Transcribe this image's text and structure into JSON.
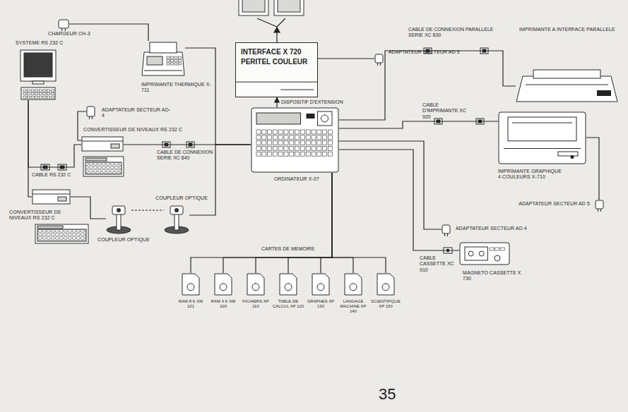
{
  "diagram": {
    "nodes": [
      {
        "text": [
          "CHARGEUR CH-3"
        ]
      },
      {
        "text": [
          "IMPRIMANTE THERMIQUE X-711"
        ]
      },
      {
        "text": [
          "SYSTEME RS 232 C"
        ]
      },
      {
        "text": [
          "ADAPTATEUR SECTEUR AD-4"
        ]
      },
      {
        "text": [
          "CONVERTISSEUR DE NIVEAUX RS 232 C"
        ]
      },
      {
        "text": [
          "CONVERTISSEUR DE NIVEAUX RS 232 C"
        ]
      },
      {
        "text": [
          "COUPLEUR OPTIQUE"
        ]
      },
      {
        "text": [
          "COUPLEUR OPTIQUE"
        ]
      },
      {
        "text": [
          "INTERFACE X 720 PERITEL COULEUR"
        ]
      },
      {
        "text": [
          "ADAPTATEUR SECTEUR AD 5"
        ]
      },
      {
        "text": [
          "ORDINATEUR X-07"
        ]
      },
      {
        "text": [
          "IMPRIMANTE A INTERFACE PARALLELE"
        ]
      },
      {
        "text": [
          "IMPRIMANTE GRAPHIQUE 4 COULEURS X-710"
        ]
      },
      {
        "text": [
          "ADAPTATEUR SECTEUR AD 5"
        ]
      },
      {
        "text": [
          "ADAPTATEUR SECTEUR AD 4"
        ]
      },
      {
        "text": [
          "MAGNETO CASSETTE X 730"
        ]
      },
      {
        "text": [
          "RAM 8 K XM 101"
        ]
      },
      {
        "text": [
          "RAM 4 K XM 100"
        ]
      },
      {
        "text": [
          "FICHIERS XP 110"
        ]
      },
      {
        "text": [
          "TABLE DE CALCUL XP 120"
        ]
      },
      {
        "text": [
          "GRAPHES XP 130"
        ]
      },
      {
        "text": [
          "LANGAGE MACHINE XP 140"
        ]
      },
      {
        "text": [
          "SCIENTIFIQUE XP 150"
        ]
      }
    ],
    "edges": [
      {
        "from": 0,
        "to": 1,
        "arrow": "none"
      },
      {
        "from": 1,
        "to": 10,
        "arrow": "none"
      },
      {
        "from": 2,
        "to": 4,
        "arrow": "none"
      },
      {
        "from": 2,
        "to": 5,
        "arrow": "none"
      },
      {
        "from": 3,
        "to": 4,
        "arrow": "none"
      },
      {
        "from": 4,
        "to": 10,
        "arrow": "none"
      },
      {
        "from": 5,
        "to": 7,
        "arrow": "none"
      },
      {
        "from": 7,
        "to": 6,
        "arrow": "none"
      },
      {
        "from": 6,
        "to": 10,
        "arrow": "none"
      },
      {
        "from": 10,
        "to": 8,
        "arrow": "to"
      },
      {
        "from": 8,
        "to": 9,
        "arrow": "none"
      },
      {
        "from": 10,
        "to": 11,
        "arrow": "none"
      },
      {
        "from": 10,
        "to": 12,
        "arrow": "none"
      },
      {
        "from": 12,
        "to": 13,
        "arrow": "none"
      },
      {
        "from": 10,
        "to": 14,
        "arrow": "none"
      },
      {
        "from": 10,
        "to": 15,
        "arrow": "none"
      },
      {
        "from": 10,
        "to": 16,
        "arrow": "none"
      },
      {
        "from": 10,
        "to": 17,
        "arrow": "none"
      },
      {
        "from": 10,
        "to": 18,
        "arrow": "none"
      },
      {
        "from": 10,
        "to": 19,
        "arrow": "none"
      },
      {
        "from": 10,
        "to": 20,
        "arrow": "none"
      },
      {
        "from": 10,
        "to": 21,
        "arrow": "none"
      },
      {
        "from": 10,
        "to": 22,
        "arrow": "none"
      }
    ],
    "labels": [
      "CABLE RS 232 C",
      "CABLE DE CONNEXION SERIE XC 840",
      "DISPOSITIF D'EXTENSION",
      "CABLE DE CONNEXION PARALLELE SERIE XC 830",
      "CABLE D'IMPRIMANTE XC 920",
      "CARTES DE MEMOIRE",
      "CABLE CASSETTE XC 910",
      "35"
    ]
  }
}
